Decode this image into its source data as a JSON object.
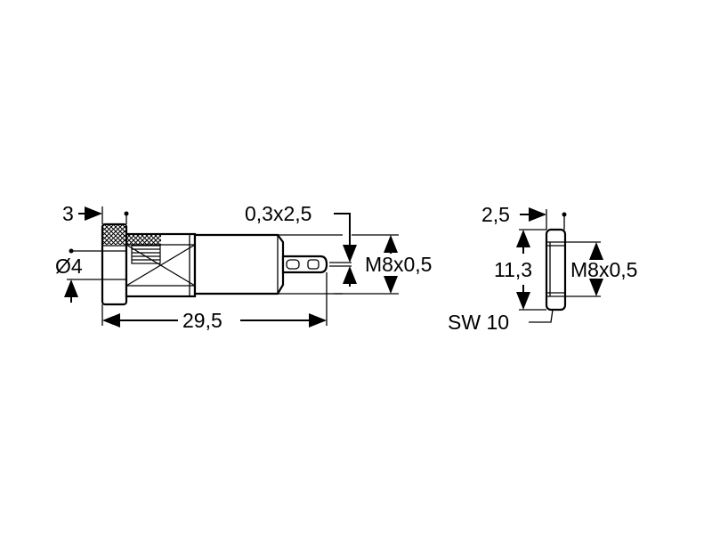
{
  "diagram": {
    "type": "technical-dimension-drawing",
    "parts": [
      {
        "name": "socket",
        "dimensions": {
          "flange_thickness": "3",
          "bore_diameter": "Ø4",
          "overall_length": "29,5",
          "solder_tab": "0,3x2,5",
          "thread": "M8x0,5"
        }
      },
      {
        "name": "nut",
        "dimensions": {
          "thickness": "2,5",
          "height": "11,3",
          "thread": "M8x0,5",
          "wrench_size": "SW 10"
        }
      }
    ],
    "colors": {
      "line": "#000000",
      "background": "#ffffff"
    }
  }
}
